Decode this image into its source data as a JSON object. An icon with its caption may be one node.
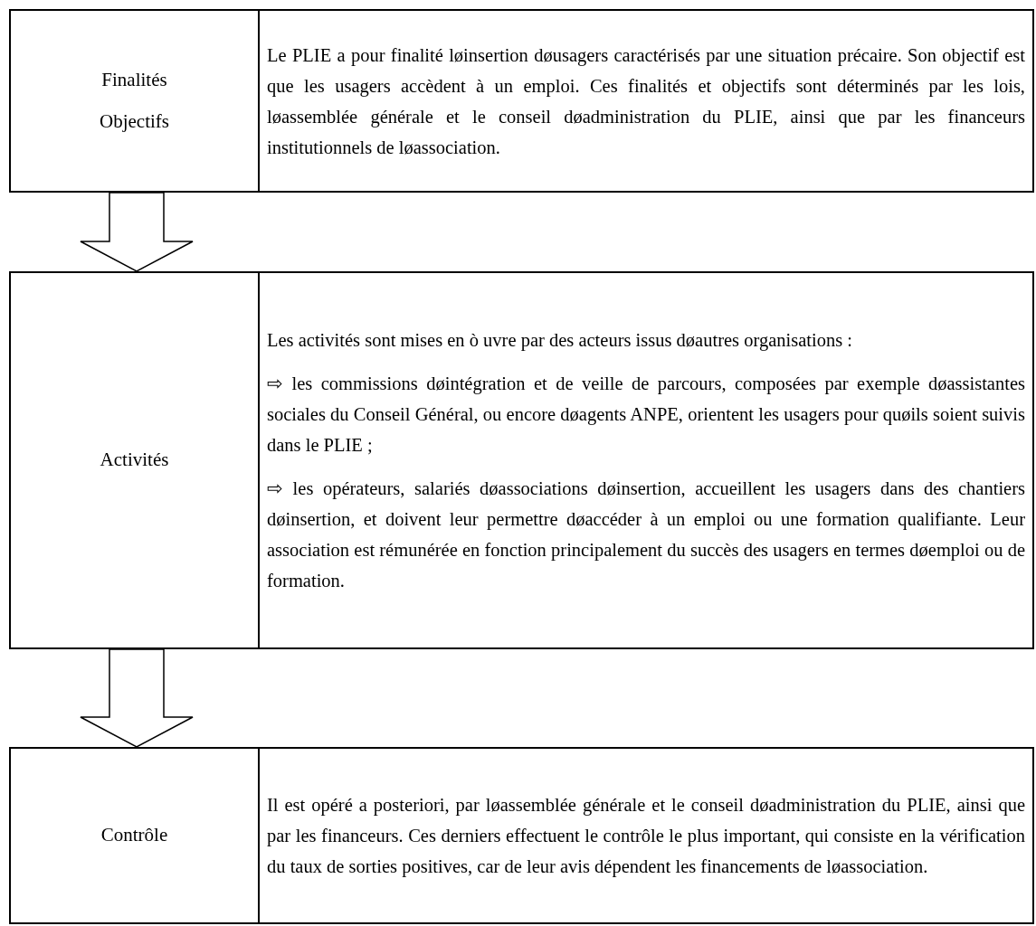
{
  "diagram": {
    "nodes": [
      {
        "text": [
          "Finalités",
          "Objectifs",
          "Le PLIE a pour finalité løinsertion døusagers caractérisés par une situation précaire. Son objectif est que les usagers accèdent à un emploi. Ces finalités et objectifs sont déterminés par les lois, løassemblée générale et le conseil døadministration du PLIE, ainsi que par les financeurs institutionnels de løassociation."
        ]
      },
      {
        "text": [
          "Activités",
          "Les activités sont mises en ò uvre par des acteurs issus døautres organisations :",
          "⇨ les commissions døintégration et de veille de parcours, composées par exemple døassistantes sociales du Conseil Général, ou encore døagents ANPE, orientent les usagers pour quøils soient suivis dans le PLIE ;",
          "⇨ les opérateurs, salariés døassociations døinsertion, accueillent les usagers dans des chantiers døinsertion, et doivent leur permettre døaccéder à un emploi ou une formation qualifiante. Leur association est rémunérée en fonction principalement du succès des usagers en termes døemploi ou de formation."
        ]
      },
      {
        "text": [
          "Contrôle",
          "Il est opéré a posteriori, par løassemblée générale et le conseil døadministration du PLIE, ainsi que par les financeurs. Ces derniers effectuent le contrôle le plus important, qui consiste en la vérification du taux de sorties positives, car de leur avis dépendent les financements de løassociation."
        ]
      }
    ],
    "edges": [
      {
        "from": 0,
        "to": 1,
        "arrow": "to"
      },
      {
        "from": 1,
        "to": 2,
        "arrow": "to"
      }
    ]
  }
}
